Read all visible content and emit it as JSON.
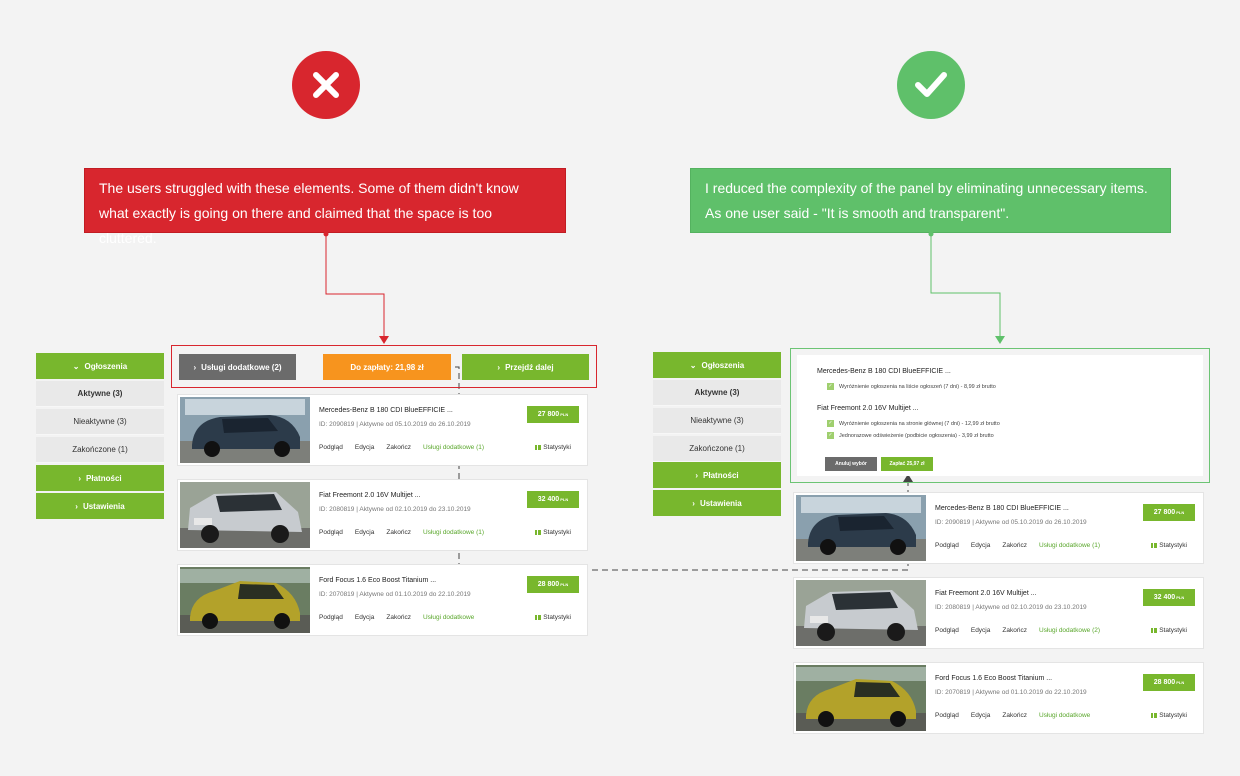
{
  "left_callout": "The users struggled with these elements. Some of them didn't know what exactly is going on there and claimed that the space is too cluttered.",
  "right_callout": "I reduced the complexity of the panel by eliminating unnecessary items. As one user said - \"It is smooth and transparent\".",
  "colors": {
    "bad": "#d8262e",
    "good": "#5fc06a",
    "accent": "#78b72d",
    "orange": "#f7941e",
    "grey_btn": "#6b6b6b"
  },
  "icons": {
    "bad": "cross-icon",
    "good": "check-icon"
  },
  "sidebar": {
    "header": "Ogłoszenia",
    "items": [
      "Aktywne (3)",
      "Nieaktywne (3)",
      "Zakończone (1)"
    ],
    "payments": "Płatności",
    "settings": "Ustawienia"
  },
  "toolbar": {
    "extra_services": "Usługi dodatkowe (2)",
    "to_pay": "Do zapłaty: 21,98 zł",
    "next": "Przejdź dalej"
  },
  "actions": {
    "preview": "Podgląd",
    "edit": "Edycja",
    "end": "Zakończ",
    "stats": "Statystyki"
  },
  "price_unit": "PLN",
  "listings_left": [
    {
      "title": "Mercedes-Benz B 180 CDI BlueEFFICIE ...",
      "meta": "ID: 2090819  |  Aktywne od 05.10.2019 do 26.10.2019",
      "price": "27 800",
      "extra": "Usługi dodatkowe (1)"
    },
    {
      "title": "Fiat Freemont 2.0 16V Multijet ...",
      "meta": "ID: 2080819  |  Aktywne od 02.10.2019 do 23.10.2019",
      "price": "32 400",
      "extra": "Usługi dodatkowe (1)"
    },
    {
      "title": "Ford Focus 1.6 Eco Boost Titanium ...",
      "meta": "ID: 2070819  |  Aktywne od 01.10.2019 do 22.10.2019",
      "price": "28 800",
      "extra": "Usługi dodatkowe"
    }
  ],
  "listings_right": [
    {
      "title": "Mercedes-Benz B 180 CDI BlueEFFICIE ...",
      "meta": "ID: 2090819  |  Aktywne od 05.10.2019 do 26.10.2019",
      "price": "27 800",
      "extra": "Usługi dodatkowe (1)"
    },
    {
      "title": "Fiat Freemont 2.0 16V Multijet ...",
      "meta": "ID: 2080819  |  Aktywne od 02.10.2019 do 23.10.2019",
      "price": "32 400",
      "extra": "Usługi dodatkowe (2)"
    },
    {
      "title": "Ford Focus 1.6 Eco Boost Titanium ...",
      "meta": "ID: 2070819  |  Aktywne od 01.10.2019 do 22.10.2019",
      "price": "28 800",
      "extra": "Usługi dodatkowe"
    }
  ],
  "summary": {
    "car1": "Mercedes-Benz B 180 CDI BlueEFFICIE ...",
    "car1_item1": "Wyróżnienie ogłoszenia na liście ogłoszeń (7 dni) - 8,99 zł brutto",
    "car2": "Fiat Freemont 2.0 16V Multijet ...",
    "car2_item1": "Wyróżnienie ogłoszenia na stronie głównej (7 dni) - 12,99 zł brutto",
    "car2_item2": "Jednorazowe odświeżenie (podbicie ogłoszenia) - 3,99 zł brutto",
    "cancel": "Anuluj wybór",
    "pay": "Zapłać 25,97 zł"
  }
}
